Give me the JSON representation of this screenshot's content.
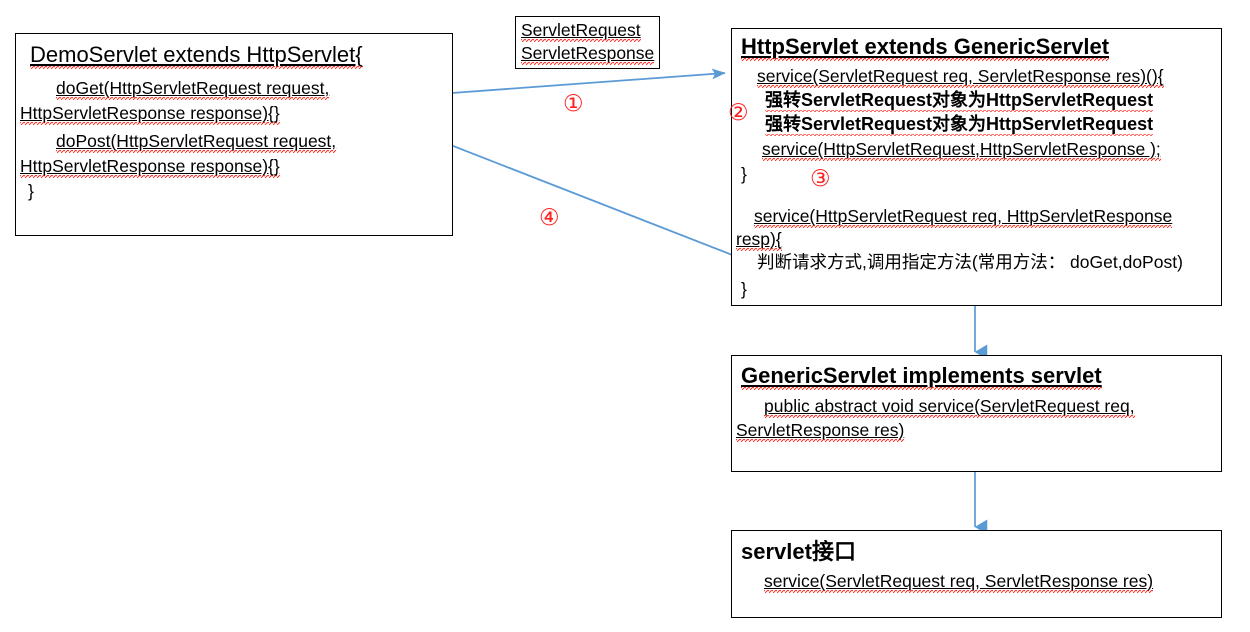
{
  "diagram": {
    "title": "Servlet inheritance hierarchy diagram",
    "accent_arrow_color": "#5b9bd5",
    "annotation_color": "#ff2222",
    "box_border_color": "#000000",
    "background_color": "#ffffff"
  },
  "boxes": {
    "demo_servlet": {
      "name": "DemoServlet",
      "title": "DemoServlet  extends HttpServlet{",
      "lines": [
        "doGet(HttpServletRequest request,",
        "HttpServletResponse response){}",
        "doPost(HttpServletRequest request,",
        "HttpServletResponse response){}",
        "}"
      ]
    },
    "servlet_req_res": {
      "name": "ServletRequest / ServletResponse",
      "lines": [
        "ServletRequest",
        "ServletResponse"
      ]
    },
    "http_servlet": {
      "name": "HttpServlet",
      "title": "HttpServlet extends GenericServlet",
      "lines": [
        "service(ServletRequest req, ServletResponse res)(){",
        "强转ServletRequest对象为HttpServletRequest",
        "强转ServletRequest对象为HttpServletRequest",
        "service(HttpServletRequest,HttpServletResponse );",
        "}",
        "service(HttpServletRequest req, HttpServletResponse",
        "resp){",
        "判断请求方式,调用指定方法(常用方法： doGet,doPost)",
        "}"
      ]
    },
    "generic_servlet": {
      "name": "GenericServlet",
      "title": "GenericServlet  implements  servlet",
      "lines": [
        "public abstract void service(ServletRequest req,",
        "ServletResponse res)"
      ]
    },
    "servlet_interface": {
      "name": "servlet interface",
      "title": "servlet接口",
      "lines": [
        "service(ServletRequest req, ServletResponse res)"
      ]
    }
  },
  "annotations": {
    "step1": "①",
    "step2": "②",
    "step3": "③",
    "step4": "④"
  }
}
